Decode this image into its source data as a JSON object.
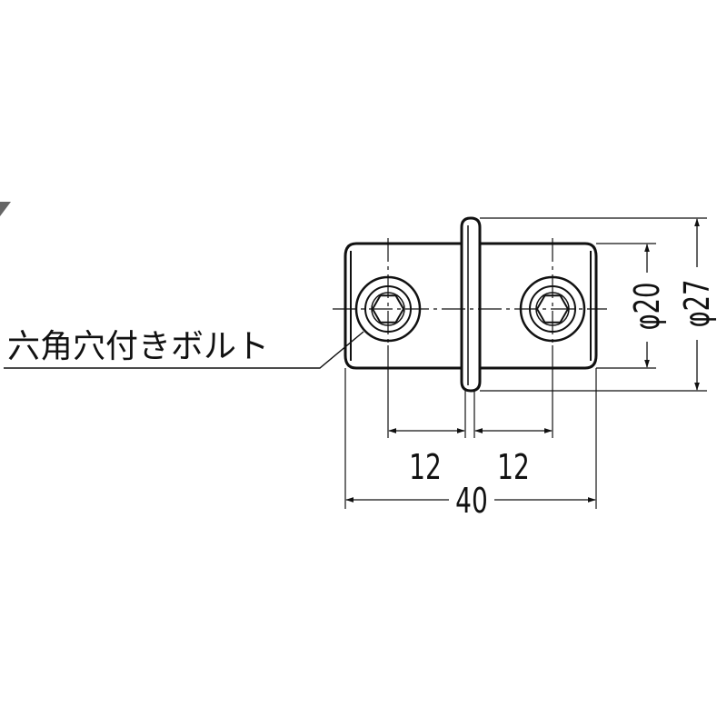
{
  "callout": {
    "label": "六角穴付きボルト"
  },
  "dimensions": {
    "spacing_left": "12",
    "spacing_right": "12",
    "overall_length": "40",
    "inner_diameter": "φ20",
    "outer_diameter": "φ27"
  }
}
